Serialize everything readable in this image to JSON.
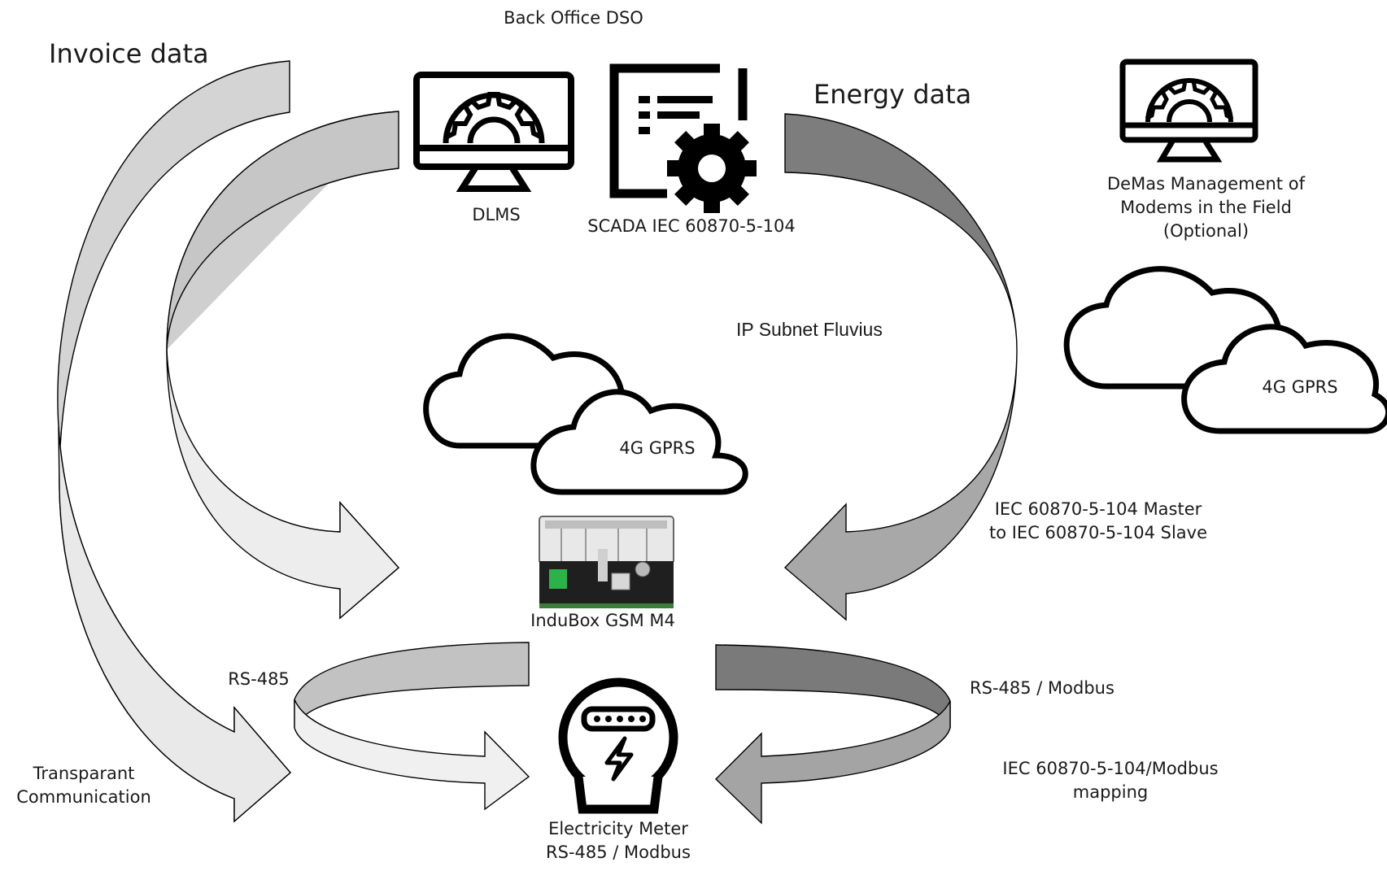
{
  "title": "Back Office DSO",
  "flows": {
    "invoice": "Invoice data",
    "energy": "Energy data"
  },
  "nodes": {
    "dlms": "DLMS",
    "scada": "SCADA IEC 60870-5-104",
    "demas": "DeMas Management of\nModems in the Field\n(Optional)",
    "subnet": "IP Subnet Fluvius",
    "cloud_center": "4G GPRS",
    "cloud_right": "4G GPRS",
    "modem": "InduBox GSM M4",
    "meter": "Electricity Meter\nRS-485 / Modbus"
  },
  "links": {
    "iec_master_slave": "IEC 60870-5-104 Master\nto IEC 60870-5-104 Slave",
    "rs485_left": "RS-485",
    "rs485_modbus": "RS-485 / Modbus",
    "transparent": "Transparant\nCommunication",
    "iec_modbus_mapping": "IEC 60870-5-104/Modbus\nmapping"
  },
  "colors": {
    "arrow_light": "#f1f1f1",
    "arrow_mid": "#c4c4c4",
    "arrow_dark": "#8a8a8a",
    "arrow_darkest": "#6f6f6f",
    "stroke": "#000000"
  }
}
